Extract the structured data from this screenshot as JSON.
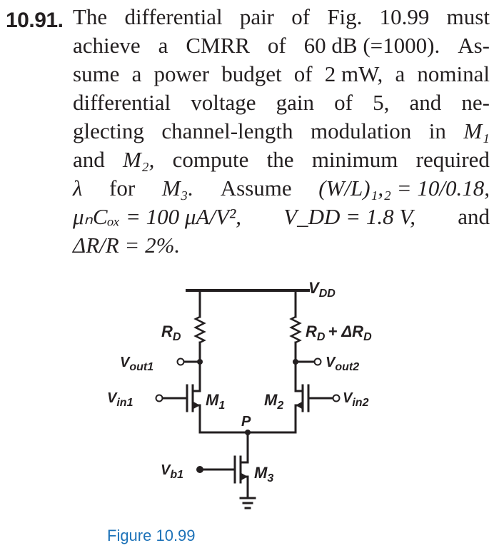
{
  "problem": {
    "number": "10.91.",
    "lines": [
      [
        "The",
        "differential",
        "pair",
        "of",
        "Fig.",
        "10.99",
        "must"
      ],
      [
        "achieve",
        "a",
        "CMRR",
        "of",
        "60 dB (=1000).",
        "As-"
      ],
      [
        "sume",
        "a",
        "power",
        "budget",
        "of",
        "2 mW,",
        "a",
        "nominal"
      ],
      [
        "differential",
        "voltage",
        "gain",
        "of",
        "5,",
        "and",
        "ne-"
      ],
      [
        "glecting",
        "channel-length",
        "modulation",
        "in",
        "M₁"
      ],
      [
        "and",
        "M₂,",
        "compute",
        "the",
        "minimum",
        "required"
      ],
      [
        "λ",
        "for",
        "M₃.",
        "Assume",
        "(W/L)₁,₂ = 10/0.18,"
      ],
      [
        "μₙCₒₓ = 100 μA/V²,",
        "V_DD = 1.8 V,",
        "and"
      ],
      [
        "ΔR/R = 2%."
      ]
    ]
  },
  "figure": {
    "caption": "Figure 10.99",
    "labels": {
      "vdd": "V",
      "vdd_sub": "DD",
      "rd": "R",
      "rd_sub": "D",
      "rd2": "R",
      "rd2_sub": "D",
      "rd2_delta": "+ ΔR",
      "rd2_delta_sub": "D",
      "vout1": "V",
      "vout1_sub": "out1",
      "vout2": "V",
      "vout2_sub": "out2",
      "vin1": "V",
      "vin1_sub": "in1",
      "vin2": "V",
      "vin2_sub": "in2",
      "m1": "M",
      "m1_sub": "1",
      "m2": "M",
      "m2_sub": "2",
      "m3": "M",
      "m3_sub": "3",
      "p": "P",
      "vb1": "V",
      "vb1_sub": "b1"
    }
  },
  "colors": {
    "text": "#231f20",
    "caption": "#1d72b8"
  }
}
